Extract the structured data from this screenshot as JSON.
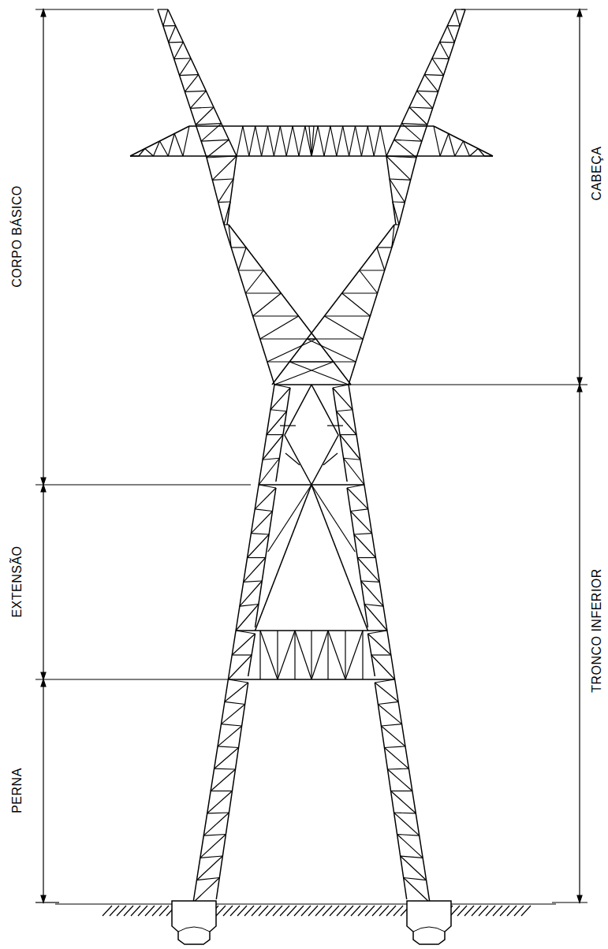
{
  "diagram": {
    "labels": [
      "CORPO BÁSICO",
      "EXTENSÃO",
      "PERNA",
      "CABEÇA",
      "TRONCO INFERIOR"
    ]
  }
}
